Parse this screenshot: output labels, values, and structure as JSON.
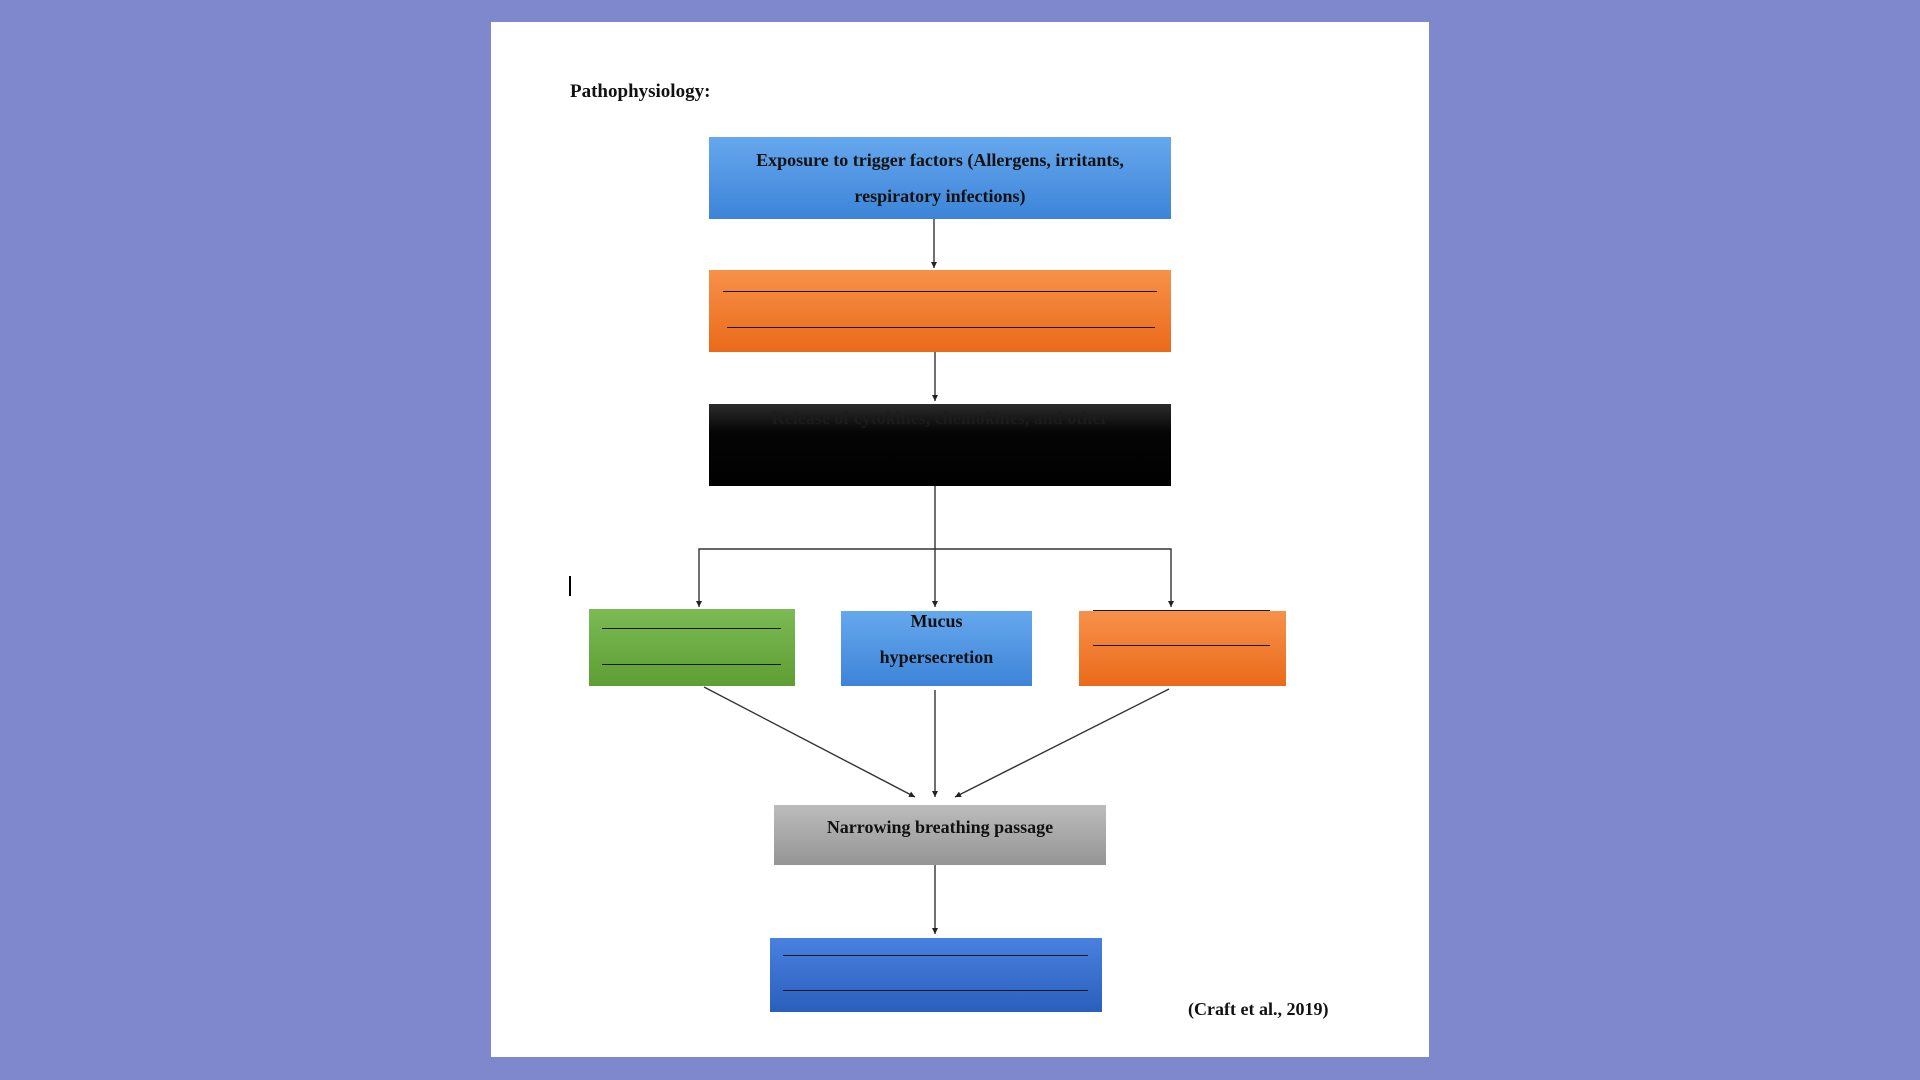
{
  "heading": "Pathophysiology:",
  "nodes": {
    "trigger": {
      "line1": "Exposure to trigger factors (Allergens, irritants,",
      "line2": "respiratory infections)"
    },
    "release": {
      "line1": "Release of cytokines, chemokines, and other"
    },
    "mucus": {
      "line1": "Mucus",
      "line2": "hypersecretion"
    },
    "narrowing": {
      "line1": "Narrowing breathing passage"
    }
  },
  "citation": "(Craft et al., 2019)",
  "colors": {
    "background": "#8088cd",
    "blue": "#4a93e3",
    "orange": "#f07a2c",
    "green": "#6cac44",
    "gray": "#a9a9a9",
    "navy": "#3770d0"
  }
}
